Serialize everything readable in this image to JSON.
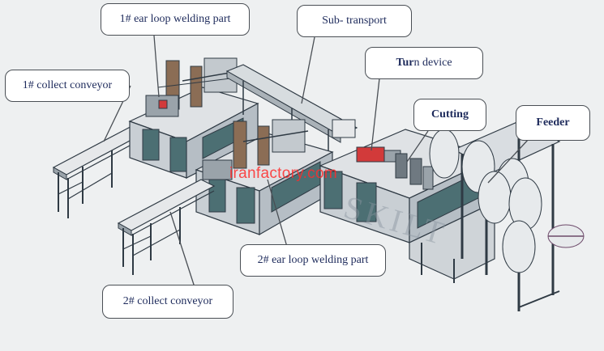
{
  "callouts": {
    "ear_loop_1": "1# ear loop welding part",
    "sub_transport": "Sub- transport",
    "turn_device_lead": "Tu",
    "turn_device_bold": "r",
    "turn_device_tail": "n device",
    "collect_conveyor_1": "1# collect conveyor",
    "cutting": "Cutting",
    "feeder": "Feeder",
    "ear_loop_2": "2# ear loop welding part",
    "collect_conveyor_2": "2# collect conveyor"
  },
  "watermarks": {
    "site": "iranfactory.com",
    "brand": "SKILT"
  },
  "colors": {
    "frame": "#2f3a44",
    "panel": "#d9dde1",
    "teal": "#4c6f73",
    "accent": "#d23a3a",
    "callout_text": "#1d2a5b"
  }
}
